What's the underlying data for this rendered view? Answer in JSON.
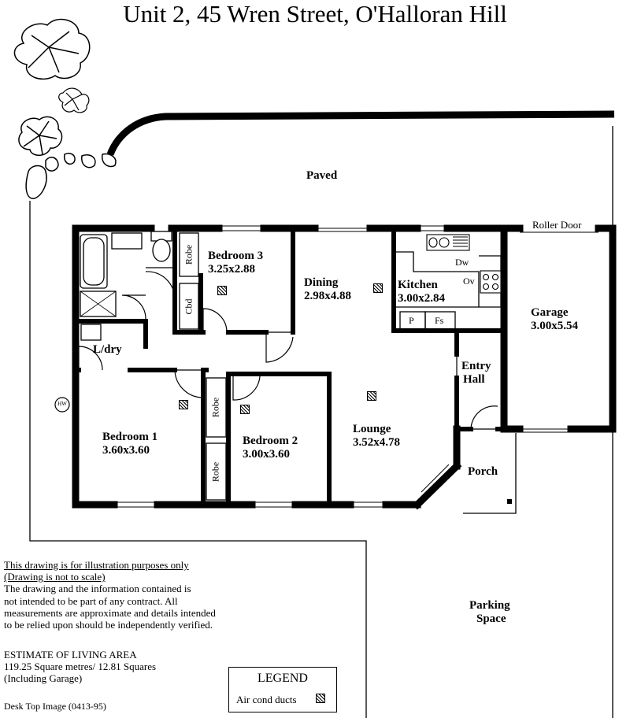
{
  "title": "Unit 2,  45 Wren Street,  O'Halloran Hill",
  "areas": {
    "paved": "Paved",
    "parking_line1": "Parking",
    "parking_line2": "Space",
    "porch": "Porch",
    "entry_line1": "Entry",
    "entry_line2": "Hall",
    "roller_door": "Roller Door"
  },
  "rooms": {
    "bedroom3": {
      "name": "Bedroom 3",
      "size": "3.25x2.88"
    },
    "dining": {
      "name": "Dining",
      "size": "2.98x4.88"
    },
    "kitchen": {
      "name": "Kitchen",
      "size": "3.00x2.84"
    },
    "garage": {
      "name": "Garage",
      "size": "3.00x5.54"
    },
    "bedroom1": {
      "name": "Bedroom 1",
      "size": "3.60x3.60"
    },
    "bedroom2": {
      "name": "Bedroom 2",
      "size": "3.00x3.60"
    },
    "lounge": {
      "name": "Lounge",
      "size": "3.52x4.78"
    },
    "laundry": {
      "name": "L/dry"
    }
  },
  "fixtures": {
    "robe": "Robe",
    "cbd": "Cbd",
    "dw": "Dw",
    "ov": "Ov",
    "pantry": "P",
    "fs": "Fs",
    "hw": "HW"
  },
  "disclaimer": {
    "line1": "This drawing is for illustration purposes only",
    "line2": "(Drawing is not to scale)",
    "line3": "The drawing and the information contained is",
    "line4": "not intended to be part of any contract.  All",
    "line5": "measurements are approximate and details intended",
    "line6": "to be relied upon should be independently verified."
  },
  "estimate": {
    "heading": "ESTIMATE OF LIVING AREA",
    "line1": "119.25 Square metres/ 12.81 Squares",
    "line2": "(Including Garage)"
  },
  "credit": "Desk Top Image (0413-95)",
  "legend": {
    "title": "LEGEND",
    "item": "Air cond ducts"
  }
}
